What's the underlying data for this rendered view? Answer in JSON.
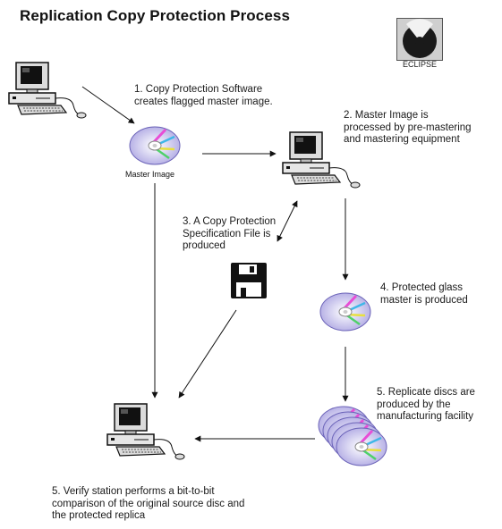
{
  "title": "Replication Copy Protection Process",
  "logo": {
    "text": "ECLIPSE"
  },
  "labels": {
    "master_image": "Master Image",
    "step1": "1. Copy Protection Software\ncreates flagged master image.",
    "step2": "2. Master Image is\nprocessed by pre-mastering\nand mastering equipment",
    "step3": "3. A Copy Protection\nSpecification File is\nproduced",
    "step4": "4. Protected glass\nmaster is produced",
    "step5a": "5. Replicate discs are\nproduced by the\nmanufacturing facility",
    "step5b": "5. Verify station performs a bit-to-bit\ncomparison of the original source disc and\nthe protected replica"
  }
}
